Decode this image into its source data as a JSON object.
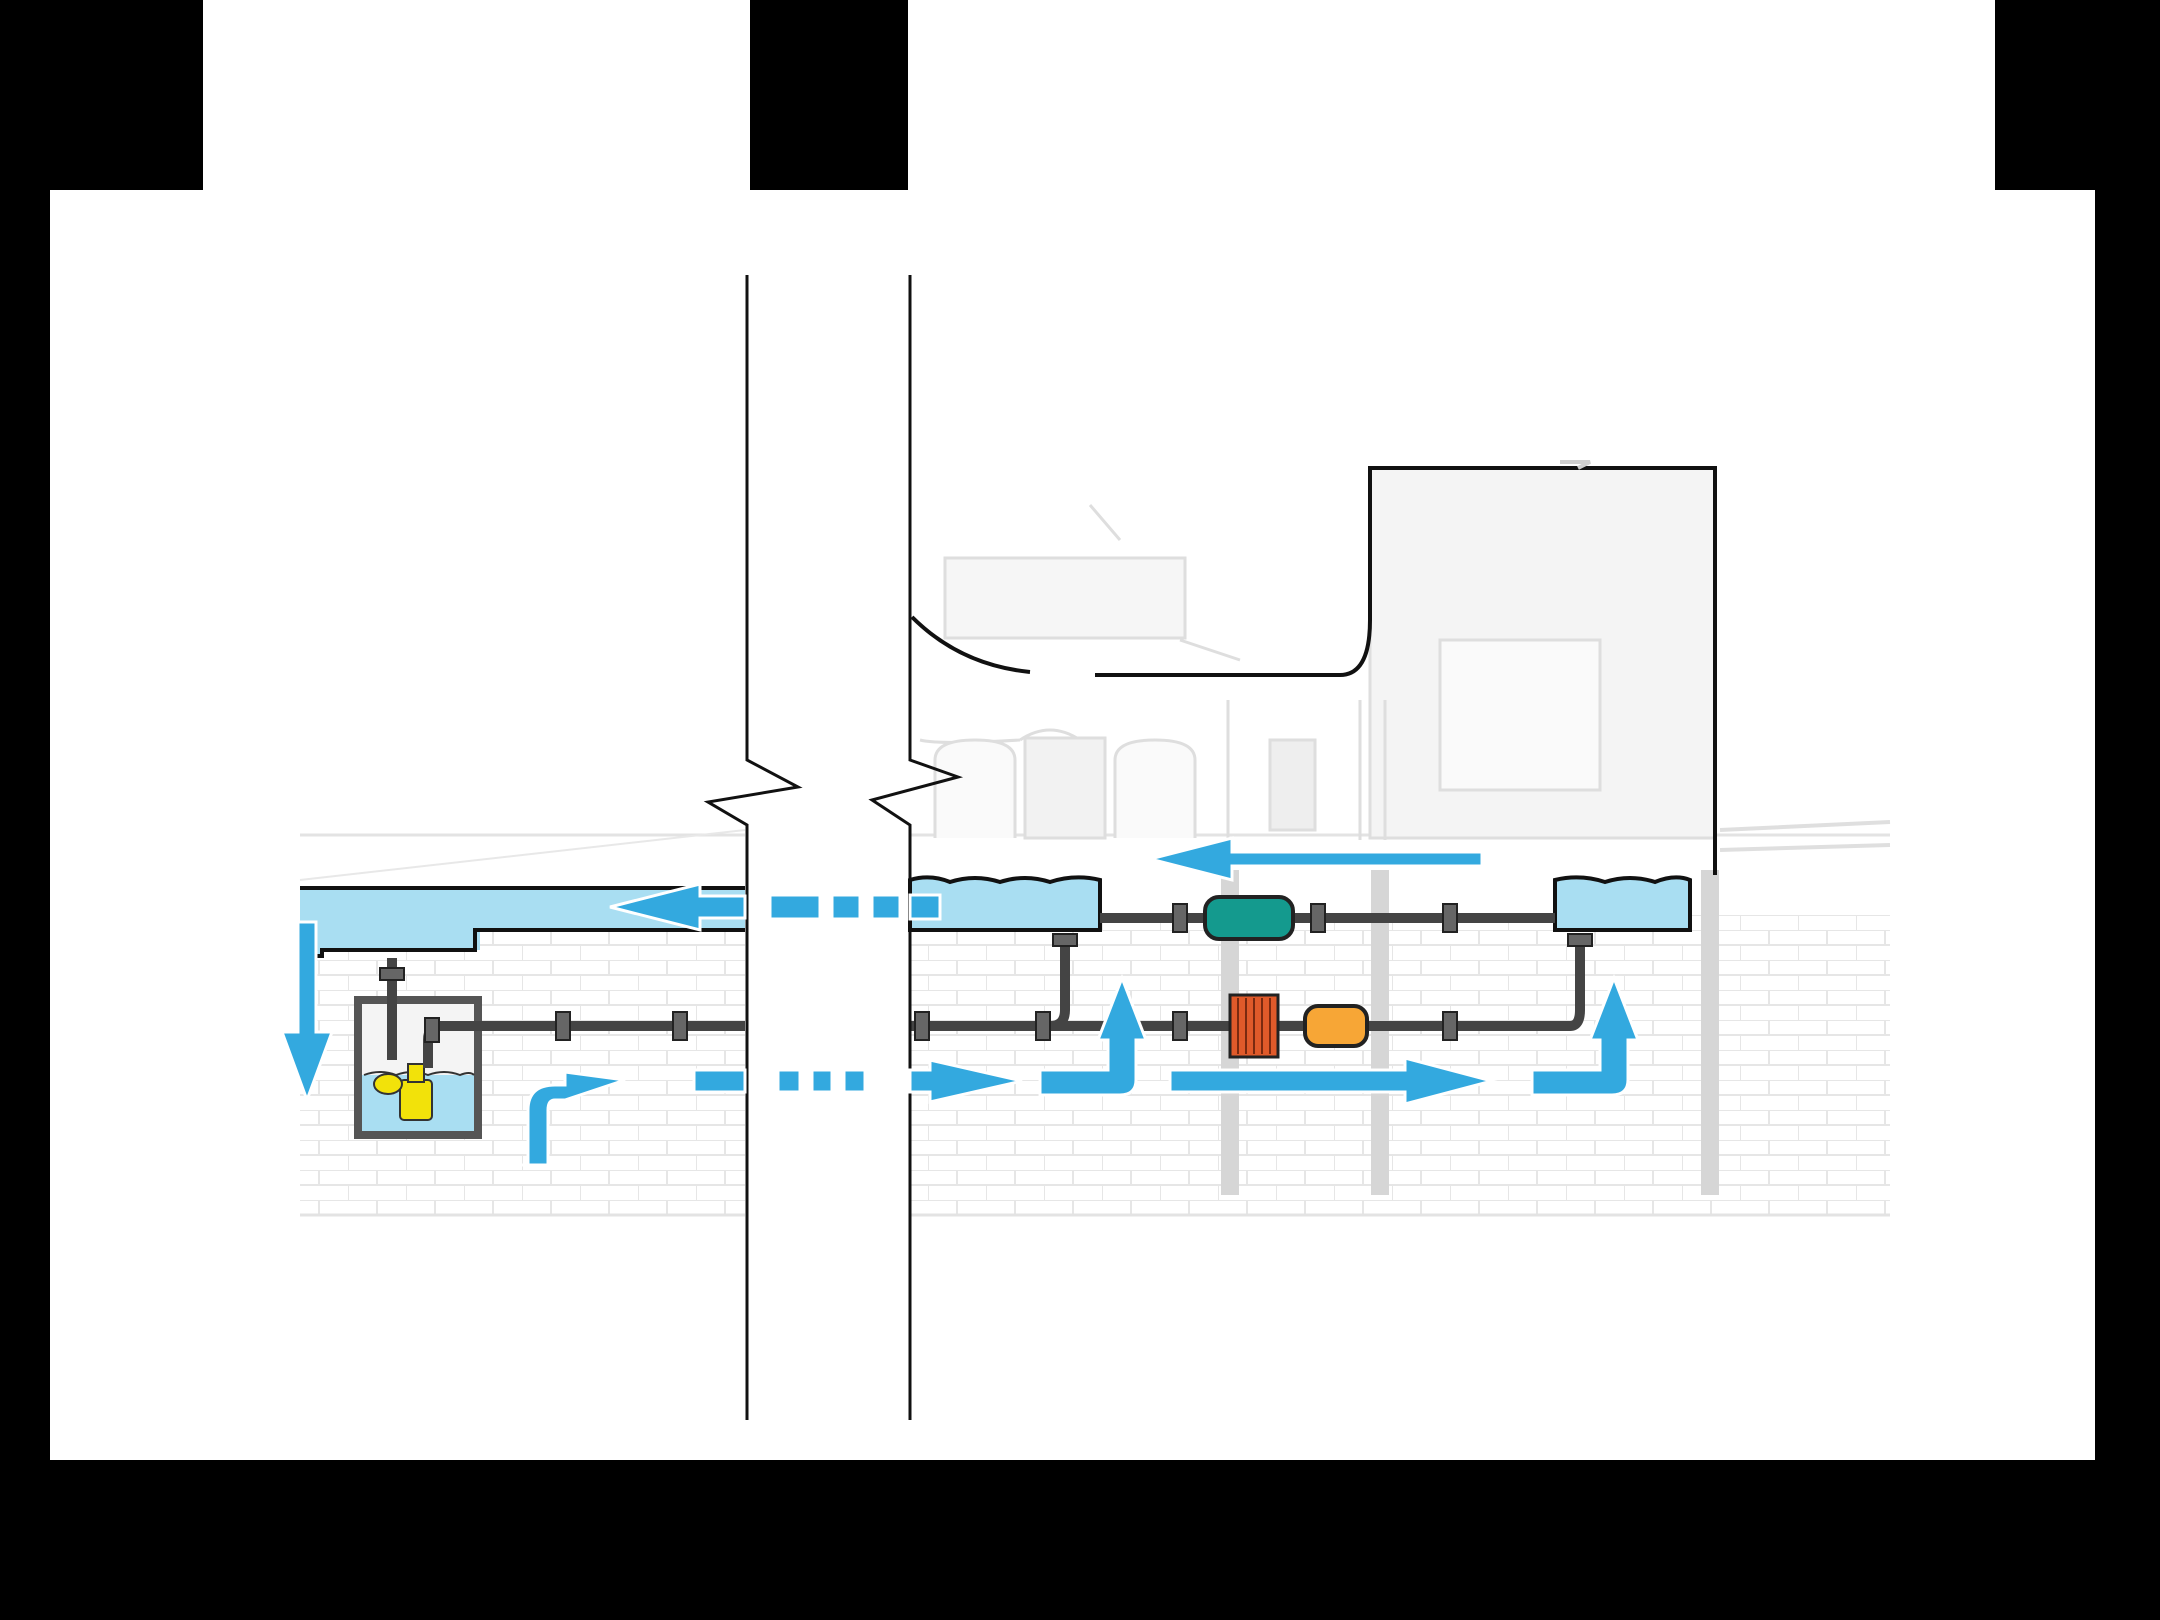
{
  "diagram": {
    "kind": "water-recirculation-cross-section",
    "colors": {
      "background": "#000000",
      "paper": "#ffffff",
      "water": "#a9def2",
      "arrow": "#33a9df",
      "pipe": "#555555",
      "building_ghost": "#e2e2e2",
      "filter": "#149a8e",
      "heater": "#f7a636",
      "uv_unit": "#e05a2a",
      "pump": "#f2e20a"
    },
    "components": [
      {
        "name": "upper-basin",
        "icon": "water-basin-icon"
      },
      {
        "name": "lower-channel",
        "icon": "water-channel-icon"
      },
      {
        "name": "collection-tank",
        "icon": "water-tank-icon"
      },
      {
        "name": "sump-pit",
        "icon": "sump-pit-icon"
      },
      {
        "name": "submersible-pump",
        "icon": "pump-icon"
      },
      {
        "name": "filter",
        "icon": "filter-cartridge-icon"
      },
      {
        "name": "heater",
        "icon": "heater-icon"
      },
      {
        "name": "uv-unit",
        "icon": "radiator-coil-icon"
      }
    ],
    "breaks": [
      "left-break-line",
      "right-break-line"
    ]
  }
}
